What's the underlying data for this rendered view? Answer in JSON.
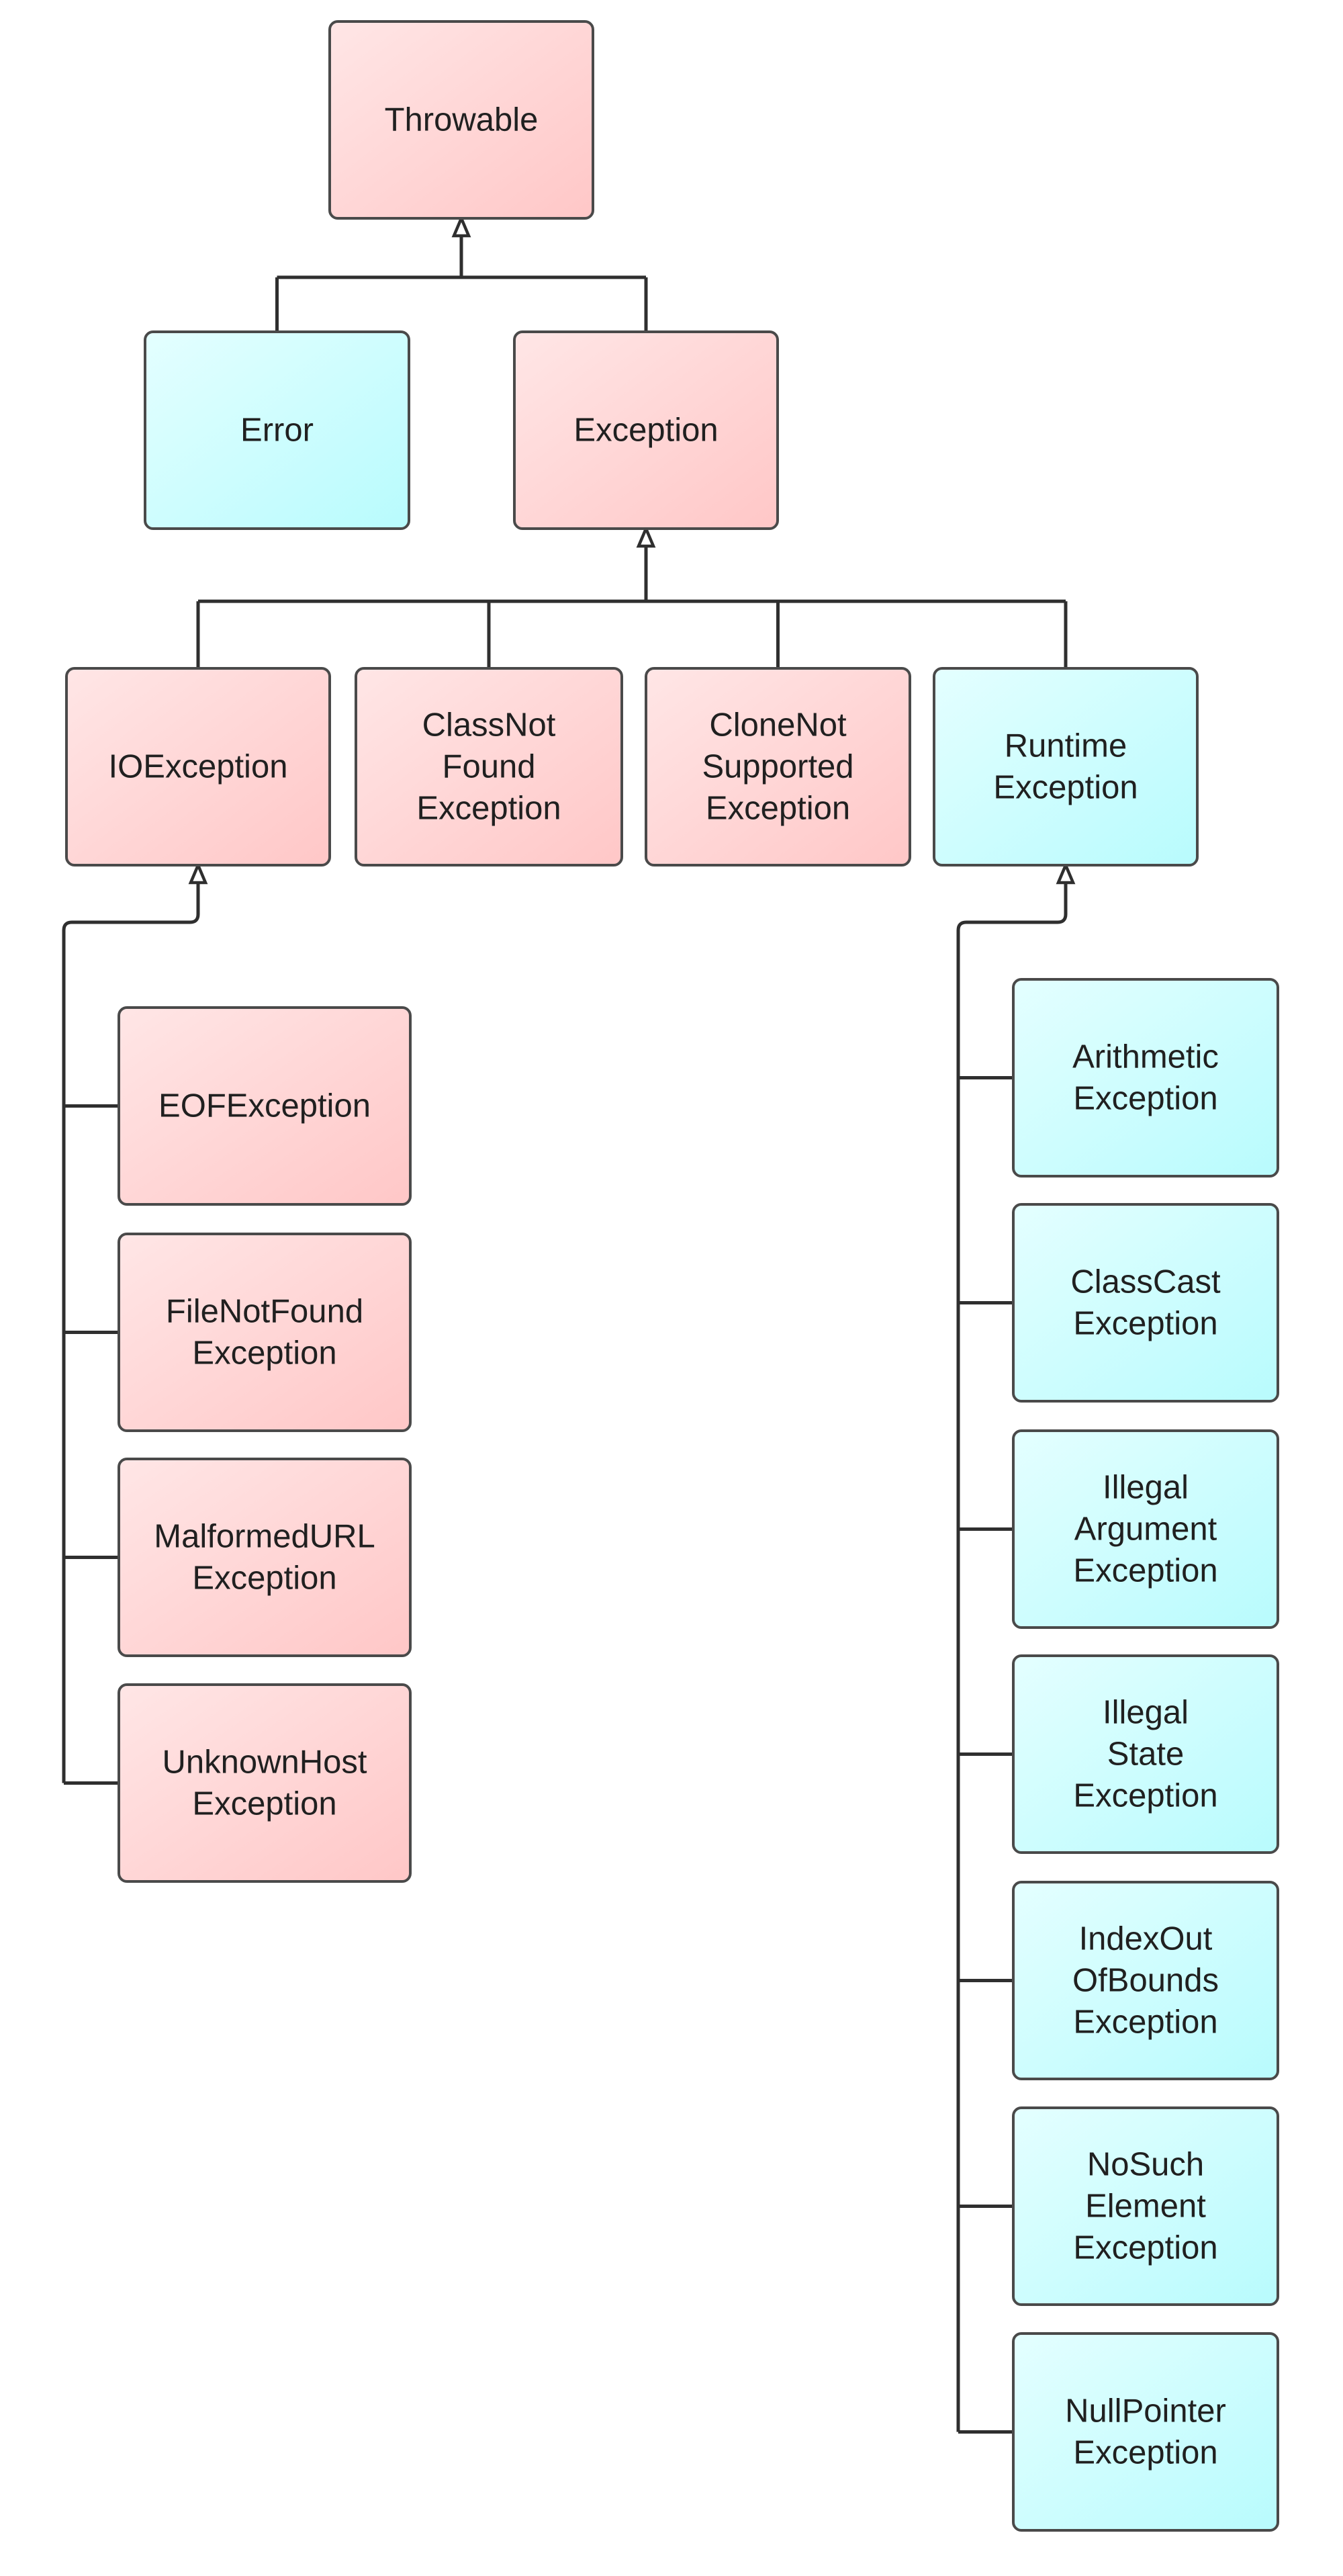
{
  "colors": {
    "checked_fill_start": "#ffe6e6",
    "checked_fill_end": "#ffc7c7",
    "unchecked_fill_start": "#e4ffff",
    "unchecked_fill_end": "#b8fbfd",
    "border": "#4a4a4a",
    "connector": "#2f2f2f",
    "text": "#202020"
  },
  "nodes": [
    {
      "id": "throwable",
      "kind": "checked",
      "lines": [
        "Throwable"
      ]
    },
    {
      "id": "error",
      "kind": "unchecked",
      "lines": [
        "Error"
      ]
    },
    {
      "id": "exception",
      "kind": "checked",
      "lines": [
        "Exception"
      ]
    },
    {
      "id": "ioexception",
      "kind": "checked",
      "lines": [
        "IOException"
      ]
    },
    {
      "id": "classnotfound",
      "kind": "checked",
      "lines": [
        "ClassNot",
        "Found",
        "Exception"
      ]
    },
    {
      "id": "clonenotsupported",
      "kind": "checked",
      "lines": [
        "CloneNot",
        "Supported",
        "Exception"
      ]
    },
    {
      "id": "runtime",
      "kind": "unchecked",
      "lines": [
        "Runtime",
        "Exception"
      ]
    },
    {
      "id": "eof",
      "kind": "checked",
      "lines": [
        "EOFException"
      ]
    },
    {
      "id": "filenotfound",
      "kind": "checked",
      "lines": [
        "FileNotFound",
        "Exception"
      ]
    },
    {
      "id": "malformedurl",
      "kind": "checked",
      "lines": [
        "MalformedURL",
        "Exception"
      ]
    },
    {
      "id": "unknownhost",
      "kind": "checked",
      "lines": [
        "UnknownHost",
        "Exception"
      ]
    },
    {
      "id": "arithmetic",
      "kind": "unchecked",
      "lines": [
        "Arithmetic",
        "Exception"
      ]
    },
    {
      "id": "classcast",
      "kind": "unchecked",
      "lines": [
        "ClassCast",
        "Exception"
      ]
    },
    {
      "id": "illegalargument",
      "kind": "unchecked",
      "lines": [
        "Illegal",
        "Argument",
        "Exception"
      ]
    },
    {
      "id": "illegalstate",
      "kind": "unchecked",
      "lines": [
        "Illegal",
        "State",
        "Exception"
      ]
    },
    {
      "id": "indexoutofbounds",
      "kind": "unchecked",
      "lines": [
        "IndexOut",
        "OfBounds",
        "Exception"
      ]
    },
    {
      "id": "nosuchelement",
      "kind": "unchecked",
      "lines": [
        "NoSuch",
        "Element",
        "Exception"
      ]
    },
    {
      "id": "nullpointer",
      "kind": "unchecked",
      "lines": [
        "NullPointer",
        "Exception"
      ]
    }
  ],
  "edges": [
    {
      "parent": "throwable",
      "children": [
        "error",
        "exception"
      ]
    },
    {
      "parent": "exception",
      "children": [
        "ioexception",
        "classnotfound",
        "clonenotsupported",
        "runtime"
      ]
    },
    {
      "parent": "ioexception",
      "children": [
        "eof",
        "filenotfound",
        "malformedurl",
        "unknownhost"
      ]
    },
    {
      "parent": "runtime",
      "children": [
        "arithmetic",
        "classcast",
        "illegalargument",
        "illegalstate",
        "indexoutofbounds",
        "nosuchelement",
        "nullpointer"
      ]
    }
  ]
}
